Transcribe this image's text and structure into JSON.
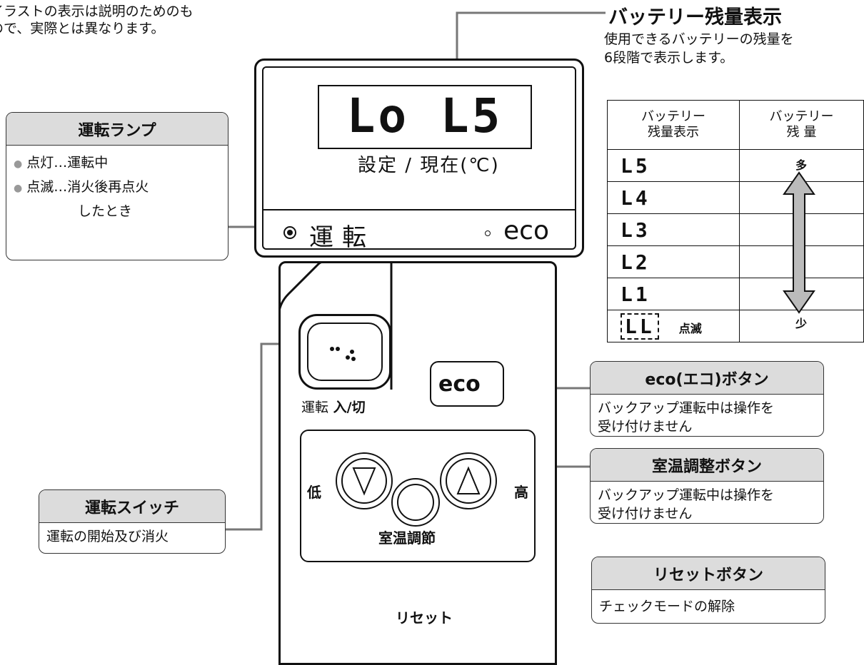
{
  "note": "イラストの表示は説明のためのも\nので、実際とは異なります。",
  "battery": {
    "title": "バッテリー残量表示",
    "description": "使用できるバッテリーの残量を\n6段階で表示します。",
    "table": {
      "header_display": "バッテリー\n残量表示",
      "header_remaining": "バッテリー\n残 量",
      "rows": [
        "L5",
        "L4",
        "L3",
        "L2",
        "L1",
        "LL"
      ],
      "blink_label": "点滅",
      "many": "多",
      "few": "少"
    }
  },
  "display": {
    "lcd_text": "Lo L5",
    "set_now_label": "設定 / 現在(℃)",
    "run_label": "運転",
    "eco_label": "eco"
  },
  "callouts": {
    "run_lamp": {
      "title": "運転ランプ",
      "items": [
        "点灯…運転中",
        "点滅…消火後再点火",
        "したとき"
      ]
    },
    "run_switch": {
      "title": "運転スイッチ",
      "body": "運転の開始及び消火"
    },
    "eco_button": {
      "title": "eco(エコ)ボタン",
      "body": "バックアップ運転中は操作を\n受け付けません"
    },
    "temp_button": {
      "title": "室温調整ボタン",
      "body": "バックアップ運転中は操作を\n受け付けません"
    },
    "reset_button": {
      "title": "リセットボタン",
      "body": "チェックモードの解除"
    }
  },
  "remote": {
    "power_label_bold": "運転",
    "power_label_rest": "入/切",
    "eco_button": "eco",
    "low": "低",
    "high": "高",
    "temp_adjust": "室温調節",
    "reset": "リセット"
  }
}
